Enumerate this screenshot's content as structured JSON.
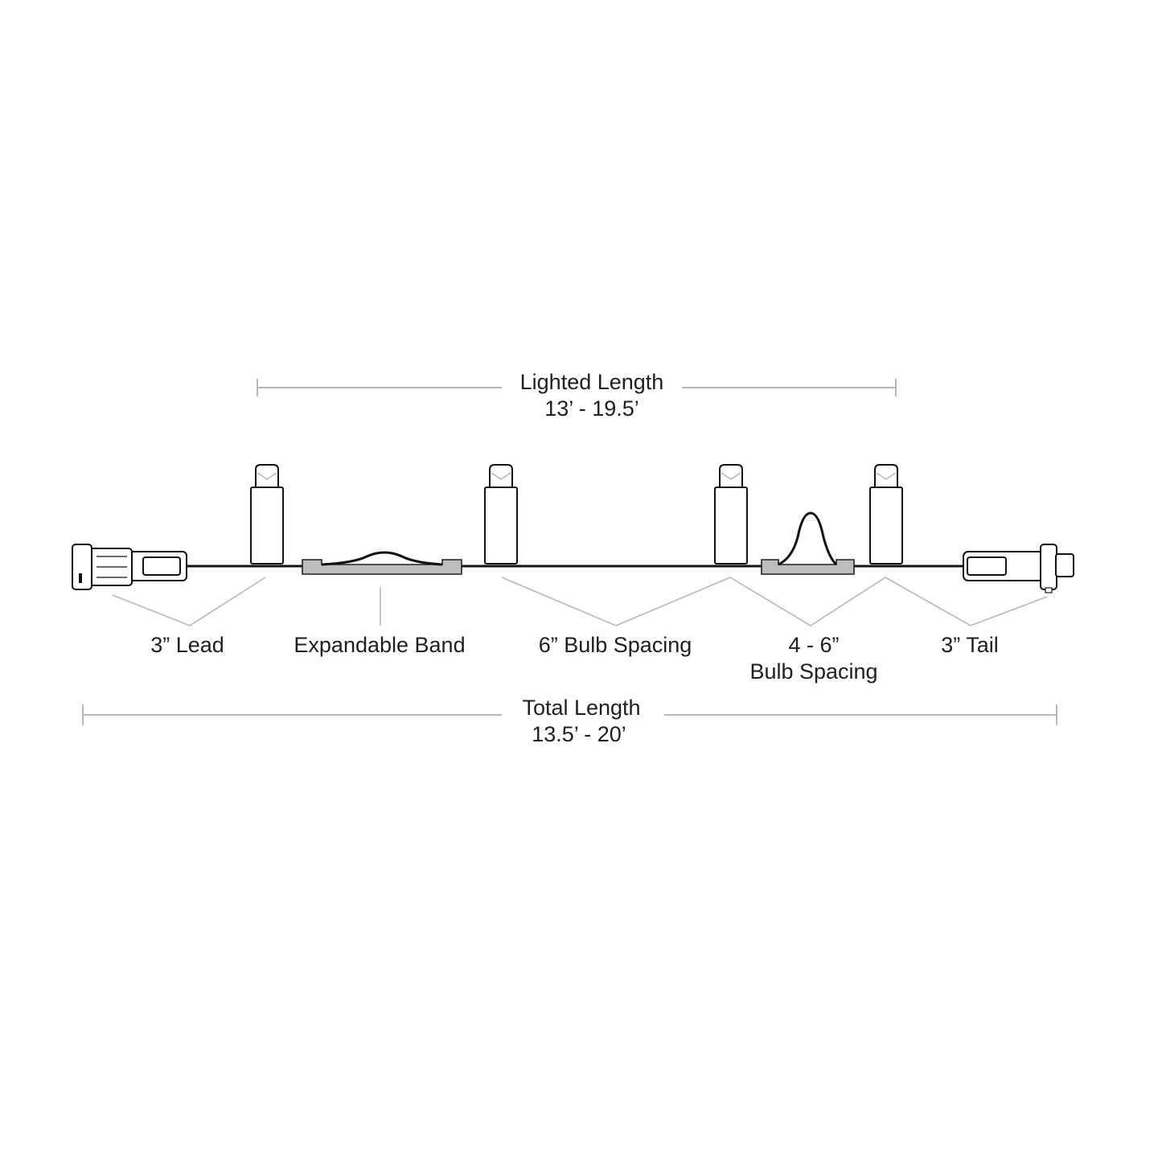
{
  "diagram": {
    "lighted_length": {
      "label": "Lighted Length",
      "value": "13’ - 19.5’"
    },
    "total_length": {
      "label": "Total Length",
      "value": "13.5’ - 20’"
    },
    "callouts": {
      "lead": "3” Lead",
      "expandable_band": "Expandable Band",
      "bulb_spacing_fixed": "6” Bulb Spacing",
      "bulb_spacing_range_line1": "4 - 6”",
      "bulb_spacing_range_line2": "Bulb Spacing",
      "tail": "3” Tail"
    }
  }
}
